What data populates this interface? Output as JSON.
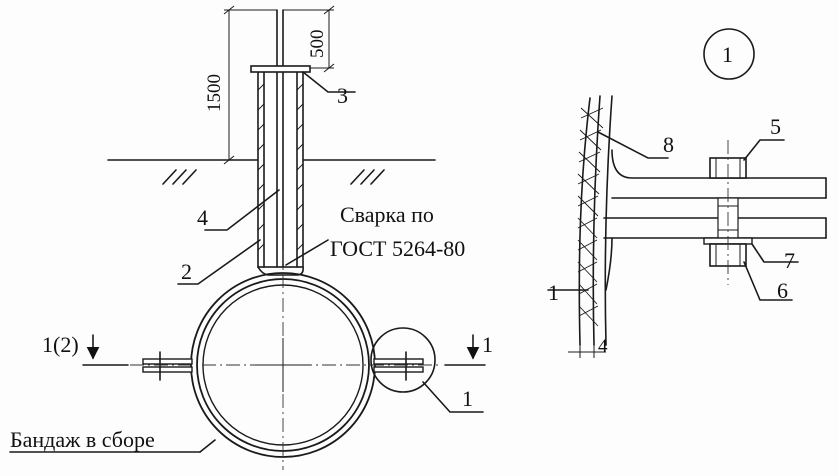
{
  "dimensions": {
    "top": "500",
    "height": "1500"
  },
  "callouts": {
    "c1": "1",
    "c2": "2",
    "c3": "3",
    "c4": "4",
    "c5": "5",
    "c6": "6",
    "c7": "7",
    "c8": "8",
    "section_left": "1(2)",
    "section_right": "1",
    "detail_ref": "1",
    "detail_title": "1"
  },
  "notes": {
    "weld_line1": "Сварка по",
    "weld_line2": "ГОСТ 5264-80",
    "bandage": "Бандаж в сборе"
  },
  "detail_dimension": "4"
}
